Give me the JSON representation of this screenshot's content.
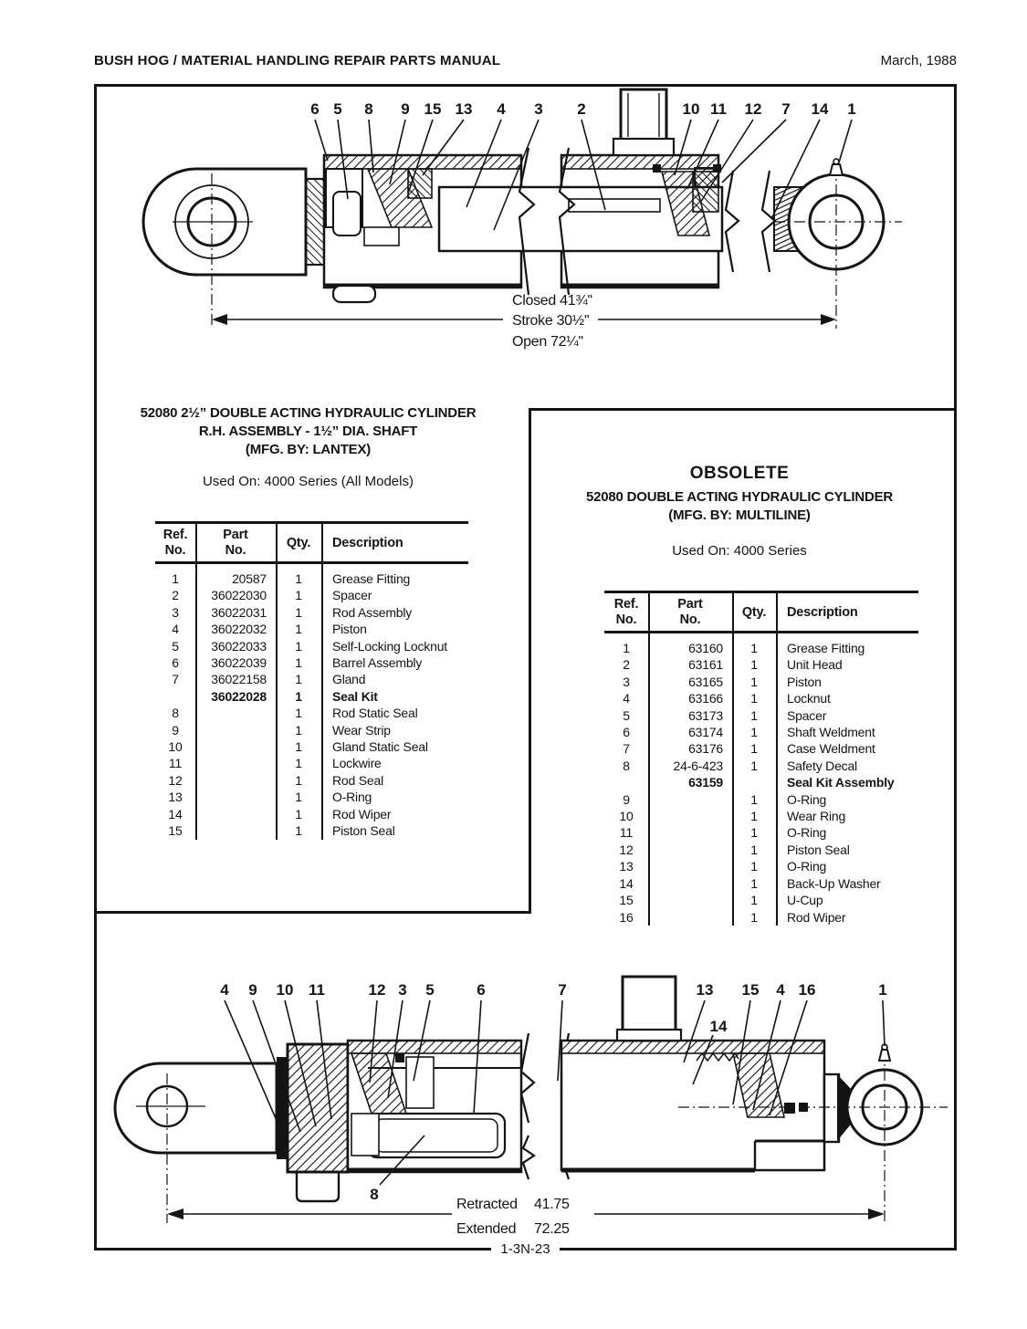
{
  "header": {
    "title": "BUSH HOG / MATERIAL HANDLING REPAIR PARTS MANUAL",
    "date": "March, 1988"
  },
  "top_diagram": {
    "callouts": [
      "6",
      "5",
      "8",
      "9",
      "15",
      "13",
      "4",
      "3",
      "2",
      "10",
      "11",
      "12",
      "7",
      "14",
      "1"
    ],
    "dim_closed": "Closed 41¾''",
    "dim_stroke": "Stroke 30½''",
    "dim_open": "Open 72¼''"
  },
  "left_section": {
    "title_line1": "52080 2½” DOUBLE ACTING HYDRAULIC CYLINDER",
    "title_line2": "R.H. ASSEMBLY - 1½” DIA. SHAFT",
    "title_line3": "(MFG. BY: LANTEX)",
    "used_on": "Used On: 4000 Series (All Models)",
    "table": {
      "head": {
        "c1a": "Ref.",
        "c1b": "No.",
        "c2a": "Part",
        "c2b": "No.",
        "c3": "Qty.",
        "c4": "Description"
      },
      "rows": [
        {
          "r": "1",
          "p": "20587",
          "q": "1",
          "d": "Grease Fitting"
        },
        {
          "r": "2",
          "p": "36022030",
          "q": "1",
          "d": "Spacer"
        },
        {
          "r": "3",
          "p": "36022031",
          "q": "1",
          "d": "Rod Assembly"
        },
        {
          "r": "4",
          "p": "36022032",
          "q": "1",
          "d": "Piston"
        },
        {
          "r": "5",
          "p": "36022033",
          "q": "1",
          "d": "Self-Locking Locknut"
        },
        {
          "r": "6",
          "p": "36022039",
          "q": "1",
          "d": "Barrel Assembly"
        },
        {
          "r": "7",
          "p": "36022158",
          "q": "1",
          "d": "Gland"
        },
        {
          "r": "",
          "p": "36022028",
          "q": "1",
          "d": "Seal Kit",
          "b": true
        },
        {
          "r": "8",
          "p": "",
          "q": "1",
          "d": "Rod Static Seal"
        },
        {
          "r": "9",
          "p": "",
          "q": "1",
          "d": "Wear Strip"
        },
        {
          "r": "10",
          "p": "",
          "q": "1",
          "d": "Gland Static Seal"
        },
        {
          "r": "11",
          "p": "",
          "q": "1",
          "d": "Lockwire"
        },
        {
          "r": "12",
          "p": "",
          "q": "1",
          "d": "Rod Seal"
        },
        {
          "r": "13",
          "p": "",
          "q": "1",
          "d": "O-Ring"
        },
        {
          "r": "14",
          "p": "",
          "q": "1",
          "d": "Rod Wiper"
        },
        {
          "r": "15",
          "p": "",
          "q": "1",
          "d": "Piston Seal"
        }
      ]
    }
  },
  "right_section": {
    "obsolete": "OBSOLETE",
    "title_line1": "52080 DOUBLE ACTING HYDRAULIC CYLINDER",
    "title_line2": "(MFG. BY: MULTILINE)",
    "used_on": "Used On: 4000 Series",
    "table": {
      "head": {
        "c1a": "Ref.",
        "c1b": "No.",
        "c2a": "Part",
        "c2b": "No.",
        "c3": "Qty.",
        "c4": "Description"
      },
      "rows": [
        {
          "r": "1",
          "p": "63160",
          "q": "1",
          "d": "Grease Fitting"
        },
        {
          "r": "2",
          "p": "63161",
          "q": "1",
          "d": "Unit Head"
        },
        {
          "r": "3",
          "p": "63165",
          "q": "1",
          "d": "Piston"
        },
        {
          "r": "4",
          "p": "63166",
          "q": "1",
          "d": "Locknut"
        },
        {
          "r": "5",
          "p": "63173",
          "q": "1",
          "d": "Spacer"
        },
        {
          "r": "6",
          "p": "63174",
          "q": "1",
          "d": "Shaft Weldment"
        },
        {
          "r": "7",
          "p": "63176",
          "q": "1",
          "d": "Case Weldment"
        },
        {
          "r": "8",
          "p": "24-6-423",
          "q": "1",
          "d": "Safety Decal"
        },
        {
          "r": "",
          "p": "63159",
          "q": "",
          "d": "Seal Kit Assembly",
          "b": true
        },
        {
          "r": "9",
          "p": "",
          "q": "1",
          "d": "O-Ring"
        },
        {
          "r": "10",
          "p": "",
          "q": "1",
          "d": "Wear Ring"
        },
        {
          "r": "11",
          "p": "",
          "q": "1",
          "d": "O-Ring"
        },
        {
          "r": "12",
          "p": "",
          "q": "1",
          "d": "Piston Seal"
        },
        {
          "r": "13",
          "p": "",
          "q": "1",
          "d": "O-Ring"
        },
        {
          "r": "14",
          "p": "",
          "q": "1",
          "d": "Back-Up Washer"
        },
        {
          "r": "15",
          "p": "",
          "q": "1",
          "d": "U-Cup"
        },
        {
          "r": "16",
          "p": "",
          "q": "1",
          "d": "Rod Wiper"
        }
      ]
    }
  },
  "bottom_diagram": {
    "callouts": [
      "4",
      "9",
      "10",
      "11",
      "12",
      "3",
      "5",
      "6",
      "7",
      "13",
      "14",
      "15",
      "4",
      "16",
      "1"
    ],
    "callout_8": "8",
    "dim_retracted_label": "Retracted",
    "dim_retracted_value": "41.75",
    "dim_extended_label": "Extended",
    "dim_extended_value": "72.25"
  },
  "footer": {
    "page_code": "1-3N-23"
  }
}
